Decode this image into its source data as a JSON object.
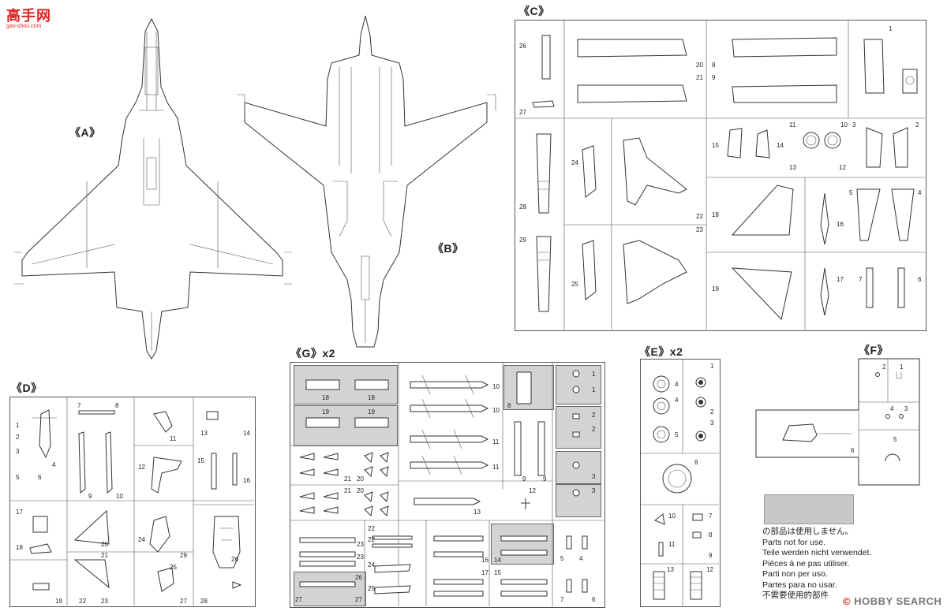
{
  "site_logo": {
    "text": "高手网",
    "subtext": "gao-shou.com"
  },
  "sprues": {
    "A": {
      "label": "《A》"
    },
    "B": {
      "label": "《B》"
    },
    "C": {
      "label": "《C》"
    },
    "D": {
      "label": "《D》"
    },
    "E": {
      "label": "《E》x2"
    },
    "F": {
      "label": "《F》"
    },
    "G": {
      "label": "《G》x2"
    }
  },
  "legend": {
    "lines": [
      "の部品は使用しません。",
      "Parts not for use.",
      "Teile werden nicht verwendet.",
      "Pièces à ne pas utiliser.",
      "Parti non per uso.",
      "Partes para no usar.",
      "不需要使用的部件"
    ],
    "swatch_color": "#c8c8c8"
  },
  "watermark": {
    "text": "HOBBY SEARCH",
    "symbol": "©"
  },
  "part_numbers": {
    "C": [
      "26",
      "27",
      "20",
      "21",
      "8",
      "9",
      "1",
      "28",
      "24",
      "22",
      "15",
      "14",
      "11",
      "10",
      "13",
      "12",
      "3",
      "2",
      "29",
      "25",
      "23",
      "18",
      "16",
      "5",
      "4",
      "19",
      "17",
      "7",
      "6"
    ],
    "D": [
      "1",
      "2",
      "3",
      "4",
      "5",
      "6",
      "7",
      "8",
      "9",
      "10",
      "11",
      "12",
      "13",
      "14",
      "15",
      "16",
      "17",
      "18",
      "19",
      "20",
      "21",
      "22",
      "23",
      "24",
      "25",
      "26",
      "27",
      "28",
      "29"
    ],
    "E": [
      "4",
      "4",
      "5",
      "1",
      "2",
      "3",
      "6",
      "10",
      "11",
      "7",
      "8",
      "9",
      "13",
      "12"
    ],
    "F": [
      "2",
      "1",
      "4",
      "3",
      "5",
      "6"
    ],
    "G": [
      "18",
      "18",
      "19",
      "19",
      "10",
      "10",
      "8",
      "1",
      "1",
      "11",
      "11",
      "2",
      "2",
      "21",
      "21",
      "20",
      "20",
      "9",
      "9",
      "3",
      "3",
      "12",
      "13",
      "22",
      "22",
      "23",
      "23",
      "24",
      "25",
      "26",
      "27",
      "27",
      "16",
      "14",
      "17",
      "15",
      "7",
      "6",
      "5",
      "4"
    ]
  }
}
